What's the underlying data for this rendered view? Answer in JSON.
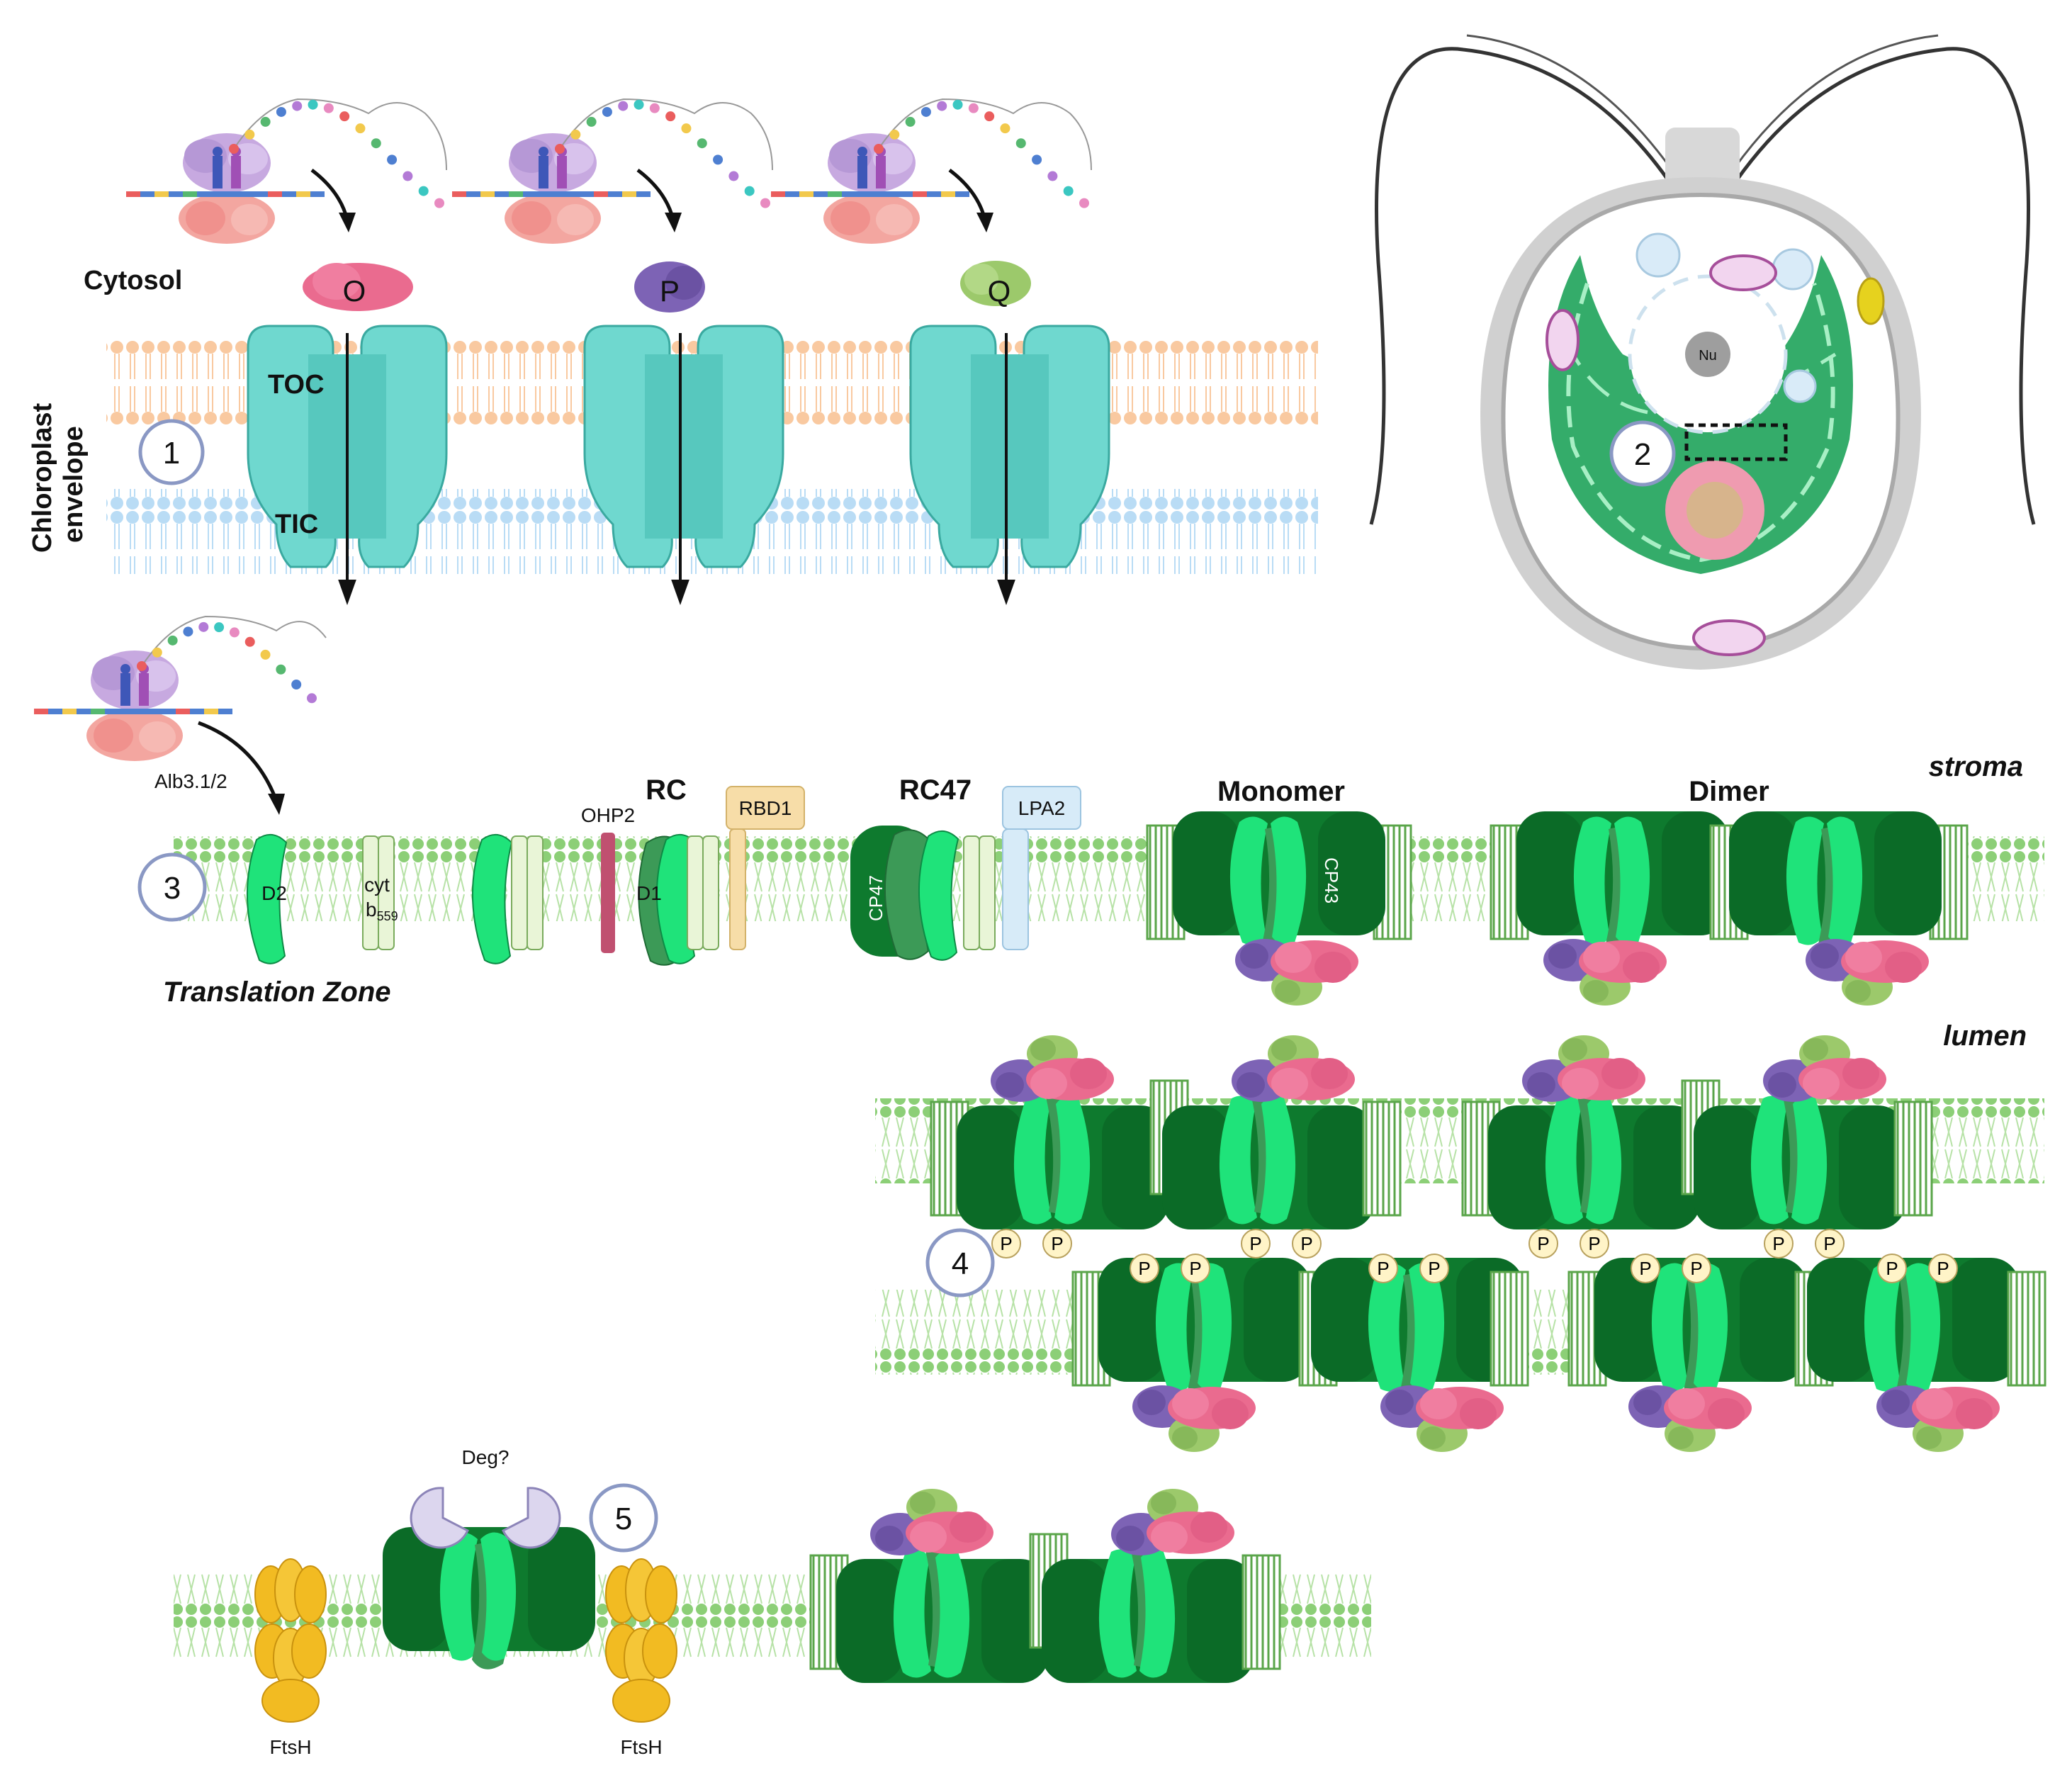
{
  "envelope": {
    "cytosol": "Cytosol",
    "chloroplast_envelope_line1": "Chloroplast",
    "chloroplast_envelope_line2": "envelope",
    "toc": "TOC",
    "tic": "TIC",
    "precursors": [
      "O",
      "P",
      "Q"
    ]
  },
  "steps": [
    "1",
    "2",
    "3",
    "4",
    "5"
  ],
  "cell": {
    "nucleus": "Nu"
  },
  "assembly": {
    "alb": "Alb3.1/2",
    "d2": "D2",
    "cyt_main": "cyt",
    "cyt_b": "b",
    "cyt_sub": "559",
    "ohp2": "OHP2",
    "d1": "D1",
    "rc": "RC",
    "rbd1": "RBD1",
    "rc47": "RC47",
    "cp47": "CP47",
    "lpa2": "LPA2",
    "monomer": "Monomer",
    "cp43": "CP43",
    "dimer": "Dimer",
    "stroma": "stroma",
    "lumen": "lumen",
    "translation_zone": "Translation Zone"
  },
  "phospho_label": "P",
  "repair": {
    "deg": "Deg?",
    "ftsh": [
      "FtsH",
      "FtsH"
    ]
  },
  "colors": {
    "transporter": "#6fd8cf",
    "outer_membrane": "#f9c9a0",
    "inner_membrane": "#b9dcf5",
    "thylakoid": "#8ccf77",
    "d1_d2": "#1fe37a",
    "core_dark": "#0e7a2e",
    "oec_pink": "#ea6b8f",
    "oec_purple": "#7d63b5",
    "oec_green": "#9cc96b",
    "ftsh": "#f2bb22",
    "step_circle_stroke": "#8a98c4"
  }
}
